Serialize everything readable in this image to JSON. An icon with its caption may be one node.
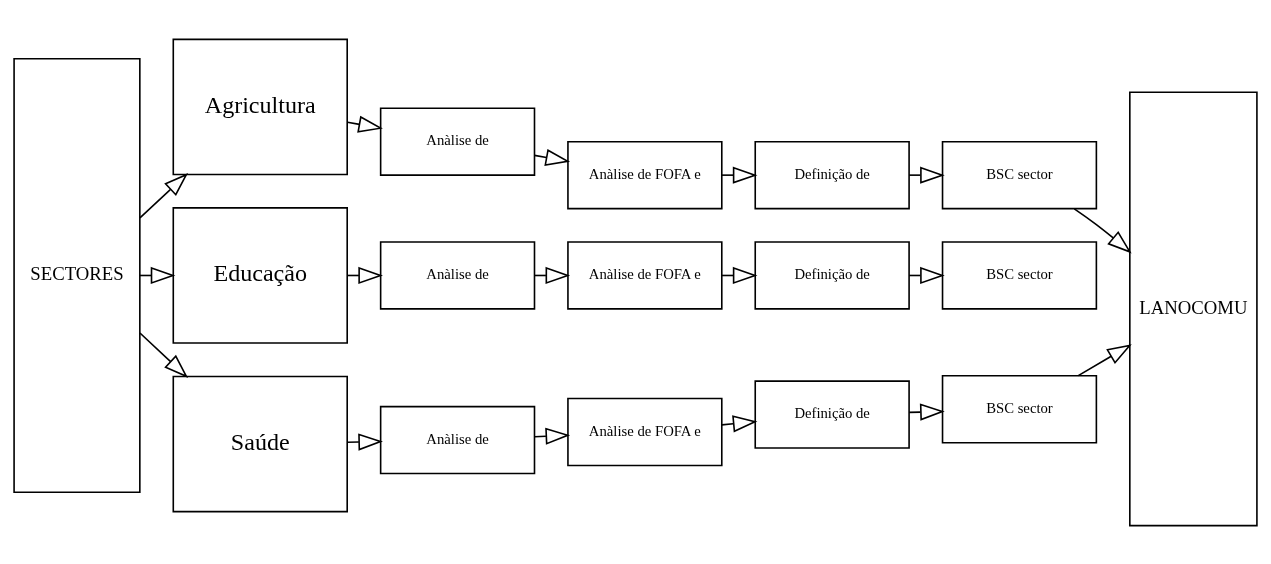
{
  "diagram": {
    "nodes": [
      {
        "text": [
          "SECTORES"
        ]
      },
      {
        "text": [
          "Agricultura"
        ]
      },
      {
        "text": [
          "Educação"
        ]
      },
      {
        "text": [
          "Saúde"
        ]
      },
      {
        "text": [
          "Anàlise de"
        ]
      },
      {
        "text": [
          "Anàlise de FOFA e"
        ]
      },
      {
        "text": [
          "Definição de"
        ]
      },
      {
        "text": [
          "BSC sector"
        ]
      },
      {
        "text": [
          "Anàlise de"
        ]
      },
      {
        "text": [
          "Anàlise de FOFA e"
        ]
      },
      {
        "text": [
          "Definição de"
        ]
      },
      {
        "text": [
          "BSC sector"
        ]
      },
      {
        "text": [
          "Anàlise de"
        ]
      },
      {
        "text": [
          "Anàlise de FOFA e"
        ]
      },
      {
        "text": [
          "Definição de"
        ]
      },
      {
        "text": [
          "BSC sector"
        ]
      },
      {
        "text": [
          "LANOCOMU"
        ]
      }
    ],
    "edges": [
      {
        "from": 0,
        "to": 1,
        "arrow": "to"
      },
      {
        "from": 0,
        "to": 2,
        "arrow": "to"
      },
      {
        "from": 0,
        "to": 3,
        "arrow": "to"
      },
      {
        "from": 1,
        "to": 4,
        "arrow": "to"
      },
      {
        "from": 4,
        "to": 5,
        "arrow": "to"
      },
      {
        "from": 5,
        "to": 6,
        "arrow": "to"
      },
      {
        "from": 6,
        "to": 7,
        "arrow": "to"
      },
      {
        "from": 2,
        "to": 8,
        "arrow": "to"
      },
      {
        "from": 8,
        "to": 9,
        "arrow": "to"
      },
      {
        "from": 9,
        "to": 10,
        "arrow": "to"
      },
      {
        "from": 10,
        "to": 11,
        "arrow": "to"
      },
      {
        "from": 3,
        "to": 12,
        "arrow": "to"
      },
      {
        "from": 12,
        "to": 13,
        "arrow": "to"
      },
      {
        "from": 13,
        "to": 14,
        "arrow": "to"
      },
      {
        "from": 14,
        "to": 15,
        "arrow": "to"
      },
      {
        "from": 7,
        "to": 16,
        "arrow": "to"
      },
      {
        "from": 15,
        "to": 16,
        "arrow": "to"
      }
    ]
  }
}
